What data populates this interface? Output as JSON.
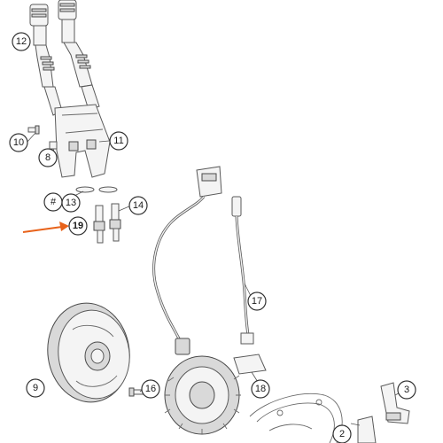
{
  "callouts": [
    {
      "id": "c12",
      "label": "12"
    },
    {
      "id": "c10",
      "label": "10"
    },
    {
      "id": "c8",
      "label": "8"
    },
    {
      "id": "c11",
      "label": "11"
    },
    {
      "id": "chash",
      "label": "#"
    },
    {
      "id": "c13",
      "label": "13"
    },
    {
      "id": "c14",
      "label": "14"
    },
    {
      "id": "c19",
      "label": "19",
      "highlighted": true
    },
    {
      "id": "c17",
      "label": "17"
    },
    {
      "id": "c9",
      "label": "9"
    },
    {
      "id": "c16",
      "label": "16"
    },
    {
      "id": "c18",
      "label": "18"
    },
    {
      "id": "c2",
      "label": "2"
    },
    {
      "id": "c3",
      "label": "3"
    }
  ],
  "colors": {
    "highlight_arrow": "#e8621a",
    "line": "#5a5a5a"
  }
}
